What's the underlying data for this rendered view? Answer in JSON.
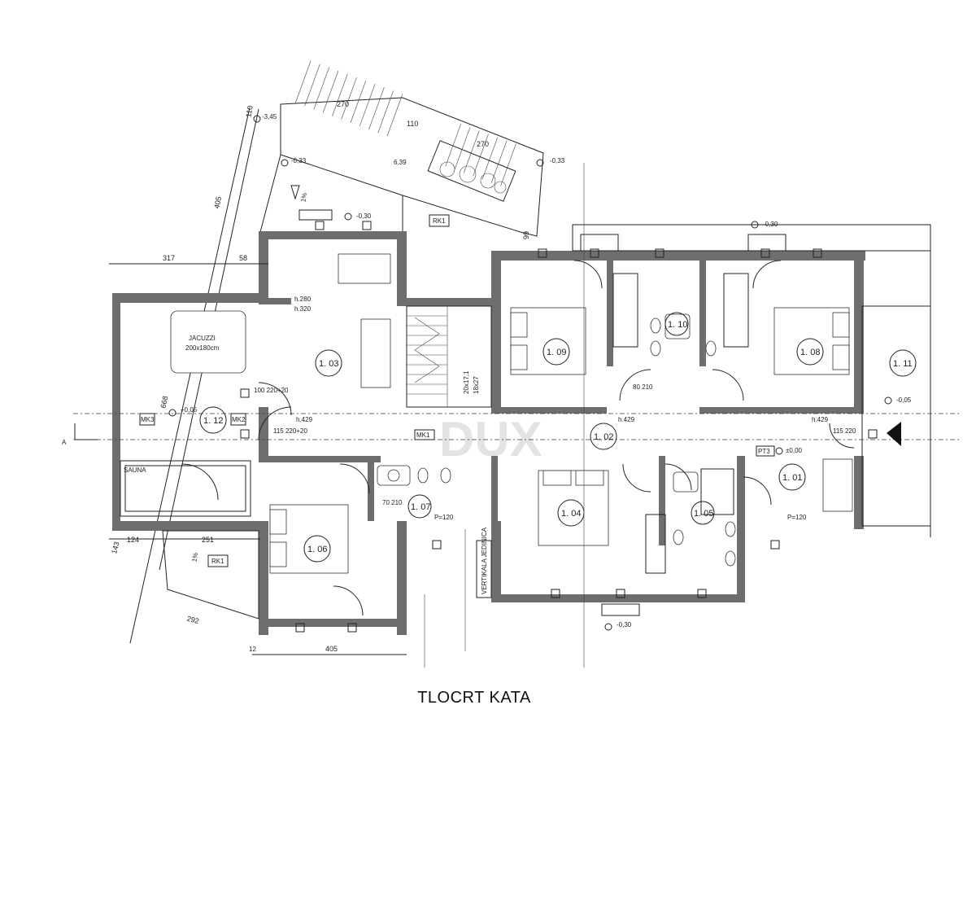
{
  "drawing": {
    "title": "TLOCRT KATA",
    "section_marker": "A",
    "watermark": "DUX"
  },
  "rooms": [
    {
      "id": "1.01",
      "label": "1. 01"
    },
    {
      "id": "1.02",
      "label": "1. 02"
    },
    {
      "id": "1.03",
      "label": "1. 03"
    },
    {
      "id": "1.04",
      "label": "1. 04"
    },
    {
      "id": "1.05",
      "label": "1. 05"
    },
    {
      "id": "1.06",
      "label": "1. 06"
    },
    {
      "id": "1.07",
      "label": "1. 07"
    },
    {
      "id": "1.08",
      "label": "1. 08"
    },
    {
      "id": "1.09",
      "label": "1. 09"
    },
    {
      "id": "1.10",
      "label": "1. 10"
    },
    {
      "id": "1.11",
      "label": "1. 11"
    },
    {
      "id": "1.12",
      "label": "1. 12"
    }
  ],
  "fixtures": {
    "jacuzzi": "JACUZZI",
    "jacuzzi_size": "200x180cm",
    "sauna": "SAUNA",
    "rk1_top": "RK1",
    "rk1_bottom": "RK1",
    "mk1": "MK1",
    "mk2": "MK2",
    "mk3": "MK3",
    "pt3": "PT3"
  },
  "levels": {
    "top_left": "-3,45",
    "top_mid": "-0,33",
    "top_right": "-0,33",
    "terrace": "-0,30",
    "top_far_right": "-0,30",
    "east": "-0,05",
    "west": "+0,05",
    "entry": "±0,00",
    "bottom": "-0,30"
  },
  "heights": {
    "h429_left": "h.429",
    "h429_mid": "h.429",
    "h429_right": "h.429",
    "h280": "h.280",
    "h320": "h.320",
    "p120_left": "P=120",
    "p120_right": "P=120"
  },
  "dimensions": {
    "d405_diag": "405",
    "d270_a": "270",
    "d270_b": "270",
    "d110_a": "110",
    "d110_b": "110",
    "d639": "6.39",
    "d317": "317",
    "d58": "58",
    "d99": "99",
    "d668": "668",
    "d124": "124",
    "d251": "251",
    "d292": "292",
    "d143": "143",
    "d405_bottom": "405",
    "d12": "12"
  },
  "openings": {
    "o100_220": "100\n220+20",
    "o115_220": "115\n220+20",
    "o115_220_right": "115\n220",
    "o80_210": "80\n210",
    "o70_210": "70\n210"
  },
  "stairs_label": "20x17,1\n18x27",
  "vertical_sign": "VERTIKALA\nJEDINICA"
}
